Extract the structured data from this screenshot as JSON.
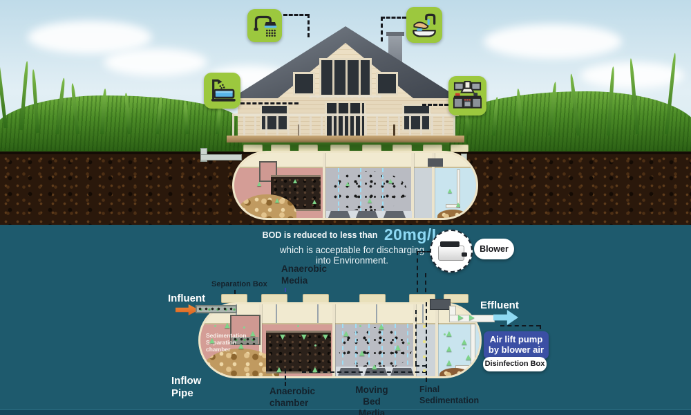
{
  "icons": {
    "up_arrow": "▲",
    "down_arrow": "▼",
    "right_arrow": "▶"
  },
  "scene": {
    "fixture_icons": [
      "shower",
      "handwash-sink",
      "bathtub",
      "kitchen"
    ]
  },
  "diagram": {
    "bod_note": {
      "prefix": "BOD is reduced to less than",
      "value": "20mg/L",
      "line2": "which is acceptable for discharging",
      "line3": "into Environment."
    },
    "labels": {
      "blower": "Blower",
      "separation_box": "Separation Box",
      "anaerobic_media": "Anaerobic Media",
      "influent": "Influent",
      "effluent": "Effluent",
      "sedimentation_chamber": "Sedimentation Separation chamber",
      "air_lift_pump": "Air lift pump by blower air",
      "disinfection_box": "Disinfection Box",
      "inflow_pipe": "Inflow Pipe",
      "anaerobic_chamber": "Anaerobic chamber",
      "moving_bed_media": "Moving Bed Media",
      "final_sedimentation": "Final Sedimentation"
    },
    "colors": {
      "background_teal": "#1e5a6d",
      "bottom_strip": "#15455a",
      "tank_pink": "#d49d96",
      "tank_cream": "#f1ead0",
      "moving_bed_gray": "#babcc3",
      "clear_water_blue": "#c9e4ee",
      "media_dark": "#2b211a",
      "sludge_brown": "#c09a60",
      "arrow_green": "#7ed489",
      "influent_orange": "#e87b2a",
      "effluent_cyan": "#8fd9f2",
      "bod_value_cyan": "#8ed9f4",
      "airlift_indigo": "#3b4fa4",
      "icon_tile_green": "#9cc83e",
      "soil_brown": "#2a180b"
    }
  }
}
